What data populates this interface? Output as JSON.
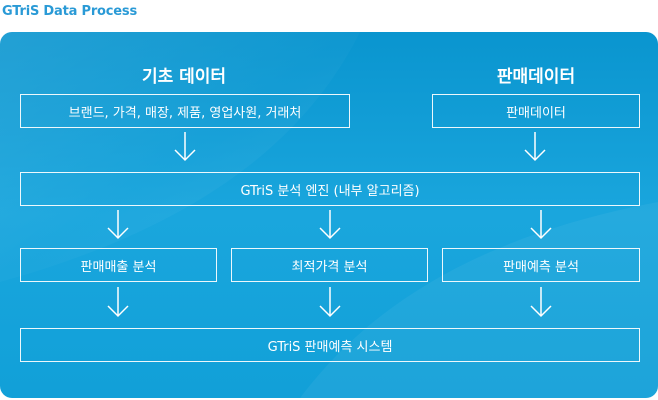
{
  "title": "GTriS Data Process",
  "headings": {
    "basic": "기초 데이터",
    "sales": "판매데이터"
  },
  "boxes": {
    "basic_items": "브랜드, 가격, 매장, 제품, 영업사원, 거래처",
    "sales_data": "판매데이터",
    "engine": "GTriS 분석 엔진 (내부 알고리즘)",
    "sales_analysis": "판매매출 분석",
    "price_analysis": "최적가격 분석",
    "forecast_analysis": "판매예측 분석",
    "system": "GTriS  판매예측 시스템"
  },
  "colors": {
    "title": "#2a9ad6",
    "panel": "#14a0da",
    "line": "#ffffff"
  }
}
